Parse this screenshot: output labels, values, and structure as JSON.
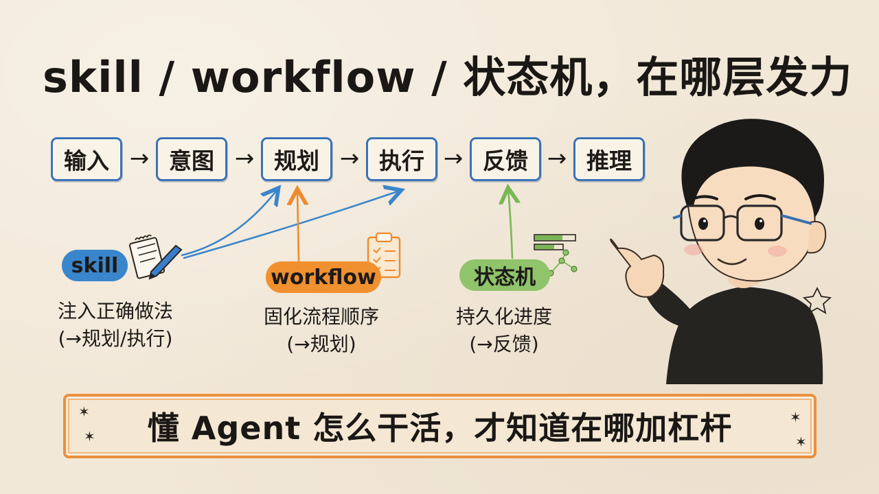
{
  "title": "skill / workflow / 状态机，在哪层发力",
  "flow": {
    "steps": [
      "输入",
      "意图",
      "规划",
      "执行",
      "反馈",
      "推理"
    ],
    "arrow": "→"
  },
  "annotations": [
    {
      "label": "skill",
      "description_line1": "注入正确做法",
      "description_line2": "(→规划/执行)"
    },
    {
      "label": "workflow",
      "description_line1": "固化流程顺序",
      "description_line2": "(→规划)"
    },
    {
      "label": "状态机",
      "description_line1": "持久化进度",
      "description_line2": "(→反馈)"
    }
  ],
  "banner": {
    "text": "懂 Agent 怎么干活，才知道在哪加杠杆",
    "sparkle": "✶"
  },
  "colors": {
    "box_border": "#3b72b5",
    "skill": "#3a86cc",
    "workflow": "#f0902e",
    "state_machine": "#8fc46a",
    "banner_border": "#eb8f3d"
  }
}
